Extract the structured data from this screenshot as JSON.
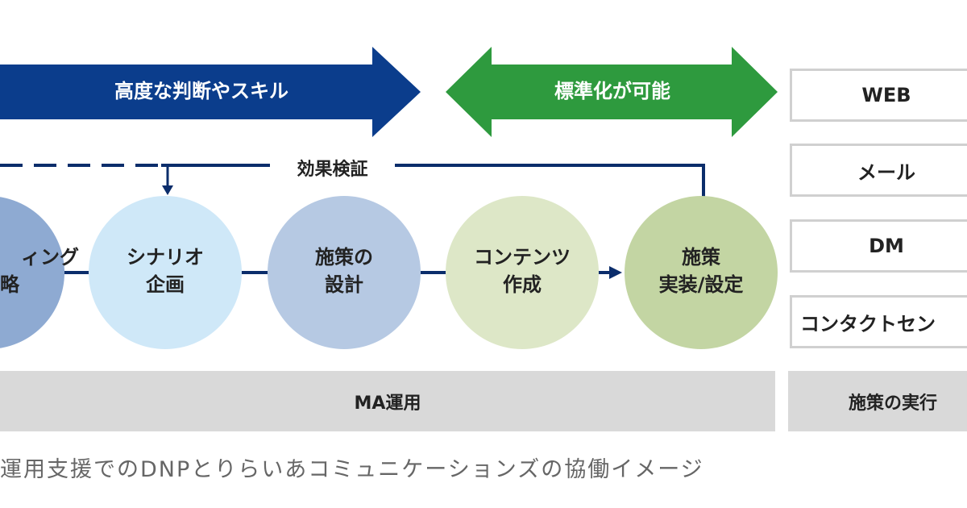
{
  "top_arrows": {
    "left": {
      "label": "高度な判断やスキル",
      "color": "#0b3d8c"
    },
    "right": {
      "label": "標準化が可能",
      "color": "#2e9a3e"
    }
  },
  "feedback": {
    "label": "効果検証"
  },
  "steps": [
    {
      "line1": "ィング",
      "line2": "略",
      "color": "#8eaad2"
    },
    {
      "line1": "シナリオ",
      "line2": "企画",
      "color": "#cfe8f8"
    },
    {
      "line1": "施策の",
      "line2": "設計",
      "color": "#b6c9e3"
    },
    {
      "line1": "コンテンツ",
      "line2": "作成",
      "color": "#dde7c7"
    },
    {
      "line1": "施策",
      "line2": "実装/設定",
      "color": "#c3d5a3"
    }
  ],
  "channels": [
    "WEB",
    "メール",
    "DM",
    "コンタクトセン"
  ],
  "bottom": {
    "left": "MA運用",
    "right": "施策の実行"
  },
  "caption": "運用支援でのDNPとりらいあコミュニケーションズの協働イメージ"
}
